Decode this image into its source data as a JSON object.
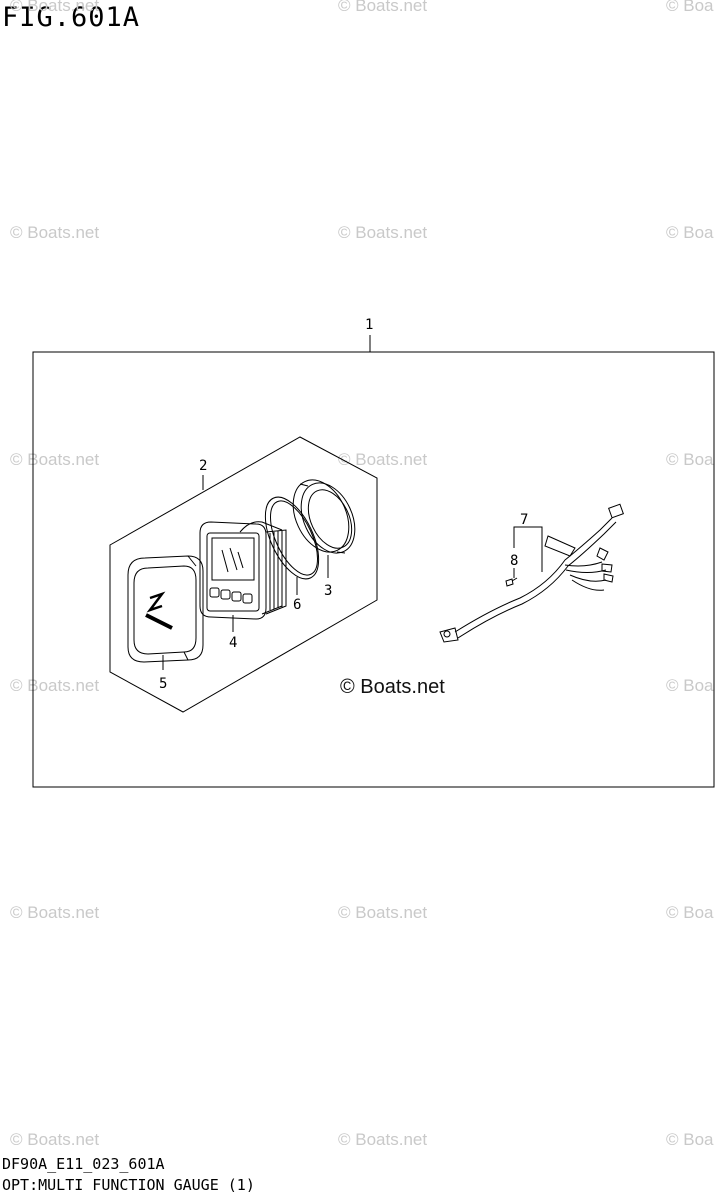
{
  "figure": {
    "title": "FIG.601A"
  },
  "watermark": {
    "text": "© Boats.net",
    "partial": "© Boa"
  },
  "diagram_watermark": "© Boats.net",
  "callouts": {
    "c1": "1",
    "c2": "2",
    "c3": "3",
    "c4": "4",
    "c5": "5",
    "c6": "6",
    "c7": "7",
    "c8": "8"
  },
  "footer": {
    "code": "DF90A_E11_023_601A",
    "caption": "OPT:MULTI FUNCTION GAUGE (1)"
  }
}
